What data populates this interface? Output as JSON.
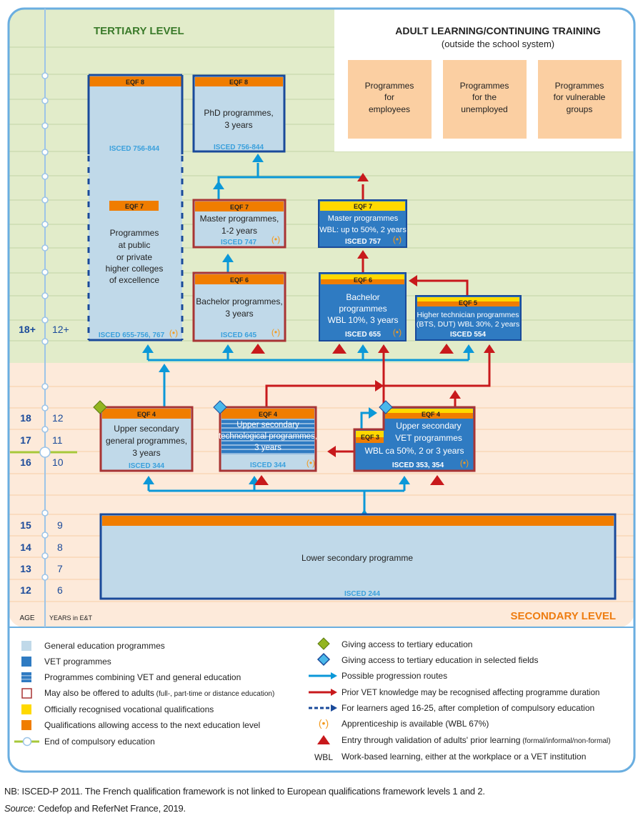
{
  "colors": {
    "tertiary_bg": "#e2ecca",
    "secondary_bg": "#fdeada",
    "general": "#c0d9e9",
    "vet": "#2f7bc2",
    "frame_blue": "#1a4a9a",
    "frame_red": "#a83434",
    "eqf_orange": "#f07d00",
    "eqf_yellow": "#ffd900",
    "arrow_blue": "#0b98d8",
    "arrow_red": "#c8191c",
    "adult_box": "#fbcfa2",
    "green_diamond": "#93b520",
    "blue_diamond": "#4ab8ea",
    "compulsory_line": "#a7c83a",
    "tertiary_title": "#3a7a2a",
    "secondary_title": "#ee7d11",
    "isced_text": "#3aa0dc"
  },
  "levels": {
    "tertiary": "TERTIARY LEVEL",
    "secondary": "SECONDARY LEVEL"
  },
  "adult": {
    "title": "ADULT LEARNING/CONTINUING TRAINING",
    "subtitle": "(outside the school system)",
    "boxes": [
      [
        "Programmes",
        "for",
        "employees"
      ],
      [
        "Programmes",
        "for the",
        "unemployed"
      ],
      [
        "Programmes",
        "for vulnerable",
        "groups"
      ]
    ]
  },
  "axis": {
    "age_label": "AGE",
    "years_label": "YEARS in E&T",
    "rows": [
      {
        "age": "18+",
        "years": "12+"
      },
      {
        "age": "18",
        "years": "12"
      },
      {
        "age": "17",
        "years": "11"
      },
      {
        "age": "16",
        "years": "10"
      },
      {
        "age": "15",
        "years": "9"
      },
      {
        "age": "14",
        "years": "8"
      },
      {
        "age": "13",
        "years": "7"
      },
      {
        "age": "12",
        "years": "6"
      }
    ]
  },
  "programmes": {
    "colleges": {
      "eqf_top": "EQF 8",
      "isced_top": "ISCED 756-844",
      "eqf_mid": "EQF 7",
      "lines": [
        "Programmes",
        "at public",
        "or private",
        "higher colleges",
        "of excellence"
      ],
      "isced": "ISCED 655-756, 767",
      "apprenticeship": "(•)"
    },
    "phd": {
      "eqf": "EQF 8",
      "lines": [
        "PhD programmes,",
        "3 years"
      ],
      "isced": "ISCED 756-844"
    },
    "master_gen": {
      "eqf": "EQF 7",
      "lines": [
        "Master programmes,",
        "1-2 years"
      ],
      "isced": "ISCED 747",
      "apprenticeship": "(•)"
    },
    "bachelor_gen": {
      "eqf": "EQF 6",
      "lines": [
        "Bachelor programmes,",
        "3 years"
      ],
      "isced": "ISCED 645",
      "apprenticeship": "(•)"
    },
    "master_vet": {
      "eqf": "EQF 7",
      "lines": [
        "Master programmes",
        "WBL: up to 50%, 2 years"
      ],
      "isced": "ISCED 757",
      "apprenticeship": "(•)"
    },
    "bachelor_vet": {
      "eqf": "EQF 6",
      "lines": [
        "Bachelor",
        "programmes",
        "WBL 10%, 3 years"
      ],
      "isced": "ISCED 655",
      "apprenticeship": "(•)"
    },
    "higher_tech": {
      "eqf": "EQF 5",
      "lines": [
        "Higher technician programmes",
        "(BTS, DUT) WBL 30%, 2 years"
      ],
      "isced": "ISCED 554"
    },
    "upper_gen": {
      "eqf": "EQF 4",
      "lines": [
        "Upper secondary",
        "general programmes,",
        "3 years"
      ],
      "isced": "ISCED 344"
    },
    "upper_tech": {
      "eqf": "EQF 4",
      "lines": [
        "Upper secondary",
        "technological programmes,",
        "3 years"
      ],
      "isced": "ISCED 344",
      "apprenticeship": "(•)"
    },
    "upper_vet": {
      "eqf": "EQF 4",
      "eqf_small": "EQF 3",
      "lines": [
        "Upper secondary",
        "VET programmes",
        "WBL ca 50%, 2 or 3 years"
      ],
      "isced": "ISCED 353, 354",
      "apprenticeship": "(•)"
    },
    "lower_sec": {
      "lines": [
        "Lower secondary programme"
      ],
      "isced": "ISCED 244"
    }
  },
  "legend": {
    "left": [
      {
        "icon": "general-swatch",
        "label": "General education programmes"
      },
      {
        "icon": "vet-swatch",
        "label": "VET programmes"
      },
      {
        "icon": "combined-swatch",
        "label": "Programmes combining VET and general education"
      },
      {
        "icon": "adult-frame-swatch",
        "label": "May also be offered to adults",
        "note": " (full-, part-time or distance education)"
      },
      {
        "icon": "yellow-swatch",
        "label": "Officially recognised vocational qualifications"
      },
      {
        "icon": "orange-swatch",
        "label": "Qualifications allowing access to the next education level"
      },
      {
        "icon": "compulsory-line",
        "label": "End of compulsory education"
      }
    ],
    "right": [
      {
        "icon": "green-diamond",
        "label": "Giving access to tertiary education"
      },
      {
        "icon": "blue-diamond",
        "label": "Giving access to tertiary education in selected fields"
      },
      {
        "icon": "blue-arrow",
        "label": "Possible progression routes"
      },
      {
        "icon": "red-arrow",
        "label": "Prior VET knowledge may be recognised affecting programme duration"
      },
      {
        "icon": "dashed-arrow",
        "label": "For learners aged 16-25, after completion of compulsory education"
      },
      {
        "icon": "apprenticeship",
        "symbol": "(•)",
        "label": "Apprenticeship is available (WBL 67%)"
      },
      {
        "icon": "red-triangle",
        "label": "Entry through validation of adults' prior learning",
        "note": " (formal/informal/non-formal)"
      },
      {
        "icon": "wbl-text",
        "symbol": "WBL",
        "label": "Work-based learning, either at the workplace or a VET institution"
      }
    ]
  },
  "footer": {
    "nb": "NB: ISCED-P 2011. The French qualification framework is not linked to European qualifications framework levels 1 and 2.",
    "source_label": "Source:",
    "source": " Cedefop and ReferNet France, 2019."
  }
}
